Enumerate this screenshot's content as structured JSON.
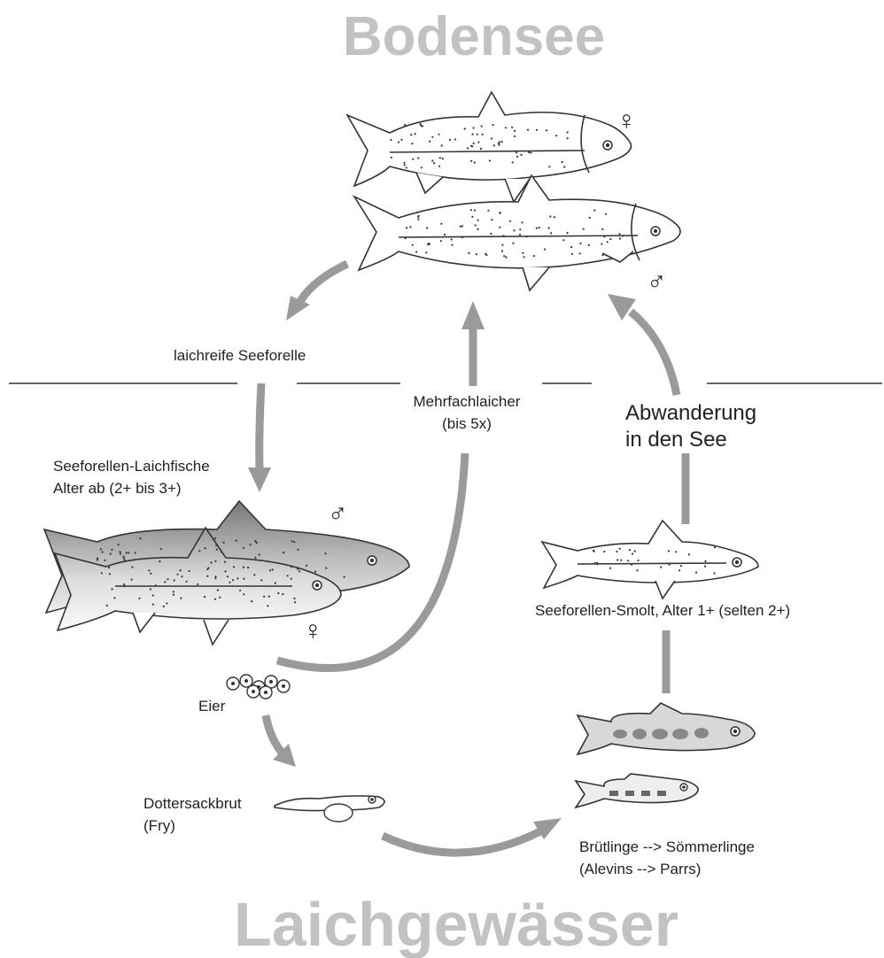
{
  "titles": {
    "top": "Bodensee",
    "bottom": "Laichgewässer"
  },
  "labels": {
    "spawning_trout": "laichreife Seeforelle",
    "multiple_spawner_line1": "Mehrfachlaicher",
    "multiple_spawner_line2": "(bis 5x)",
    "migration_line1": "Abwanderung",
    "migration_line2": "in den See",
    "spawners_line1": "Seeforellen-Laichfische",
    "spawners_line2": "Alter ab (2+ bis 3+)",
    "smolt": "Seeforellen-Smolt, Alter 1+ (selten 2+)",
    "eggs": "Eier",
    "fry_line1": "Dottersackbrut",
    "fry_line2": "(Fry)",
    "juveniles_line1": "Brütlinge --> Sömmerlinge",
    "juveniles_line2": "(Alevins --> Parrs)"
  },
  "symbols": {
    "female": "♀",
    "male": "♂"
  },
  "colors": {
    "title_gray": "#c2c2c2",
    "arrow_gray": "#9a9a9a",
    "text": "#222222"
  }
}
